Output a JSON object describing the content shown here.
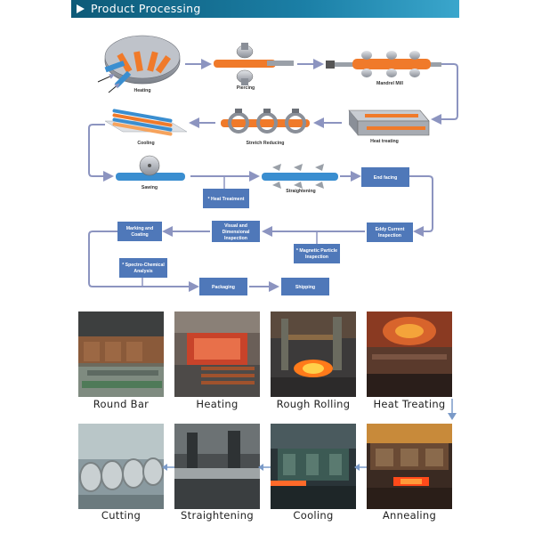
{
  "header": {
    "title": "Product Processing"
  },
  "flow": {
    "steps": {
      "heating": "Heating",
      "piercing": "Piercing",
      "mandrel_mill": "Mandrel Mill",
      "heat_treating": "Heat treating",
      "stretch_reducing": "Stretch Reducing",
      "cooling": "Cooling",
      "sawing": "Sawing",
      "straightening": "Straightening"
    },
    "boxes": {
      "end_facing": "End facing",
      "heat_treatment": "* Heat Treatment",
      "eddy_current_1": "Eddy Current",
      "eddy_current_2": "Inspection",
      "visual_1": "Visual and",
      "visual_2": "Dimensional",
      "visual_3": "Inspection",
      "marking_1": "Marking and",
      "marking_2": "Coating",
      "magnetic_1": "* Magnetic Particle",
      "magnetic_2": "Inspection",
      "spectro_1": "* Spectro-Chemical",
      "spectro_2": "Analysis",
      "packaging": "Packaging",
      "shipping": "Shipping"
    }
  },
  "gallery": {
    "row1": [
      "Round Bar",
      "Heating",
      "Rough Rolling",
      "Heat Treating"
    ],
    "row2": [
      "Cutting",
      "Straightening",
      "Cooling",
      "Annealing"
    ]
  },
  "colors": {
    "box": "#4f78b9",
    "arrow": "#8c94c0",
    "tube": "#f07a2a",
    "header": "#0d5a78"
  }
}
